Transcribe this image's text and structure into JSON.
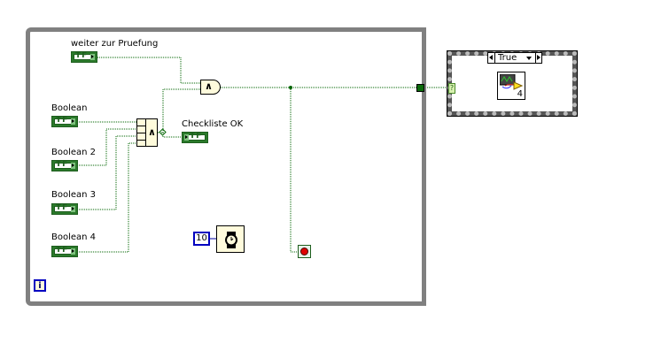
{
  "diagram": {
    "loop": {
      "iteration_terminal": "i",
      "kind": "while-loop"
    },
    "controls": [
      {
        "label": "weiter zur Pruefung",
        "terminal": "TF"
      },
      {
        "label": "Boolean",
        "terminal": "TF"
      },
      {
        "label": "Boolean 2",
        "terminal": "TF"
      },
      {
        "label": "Boolean 3",
        "terminal": "TF"
      },
      {
        "label": "Boolean 4",
        "terminal": "TF"
      }
    ],
    "indicator": {
      "label": "Checkliste OK",
      "terminal": "TF"
    },
    "and_gate": {
      "symbol": "∧"
    },
    "compound_and": {
      "symbol": "∧"
    },
    "wait_constant": "10",
    "wait_node": {
      "name": "Wait (ms)"
    },
    "stop_terminal": {
      "name": "Loop Condition"
    },
    "case_structure": {
      "selector_value": "True",
      "selector_tunnel": "?",
      "subvi_label": "4"
    },
    "colors": {
      "wire_boolean": "#006400",
      "frame": "#808080",
      "node_fill": "#fffbdc",
      "numeric_blue": "#0000a0"
    }
  }
}
